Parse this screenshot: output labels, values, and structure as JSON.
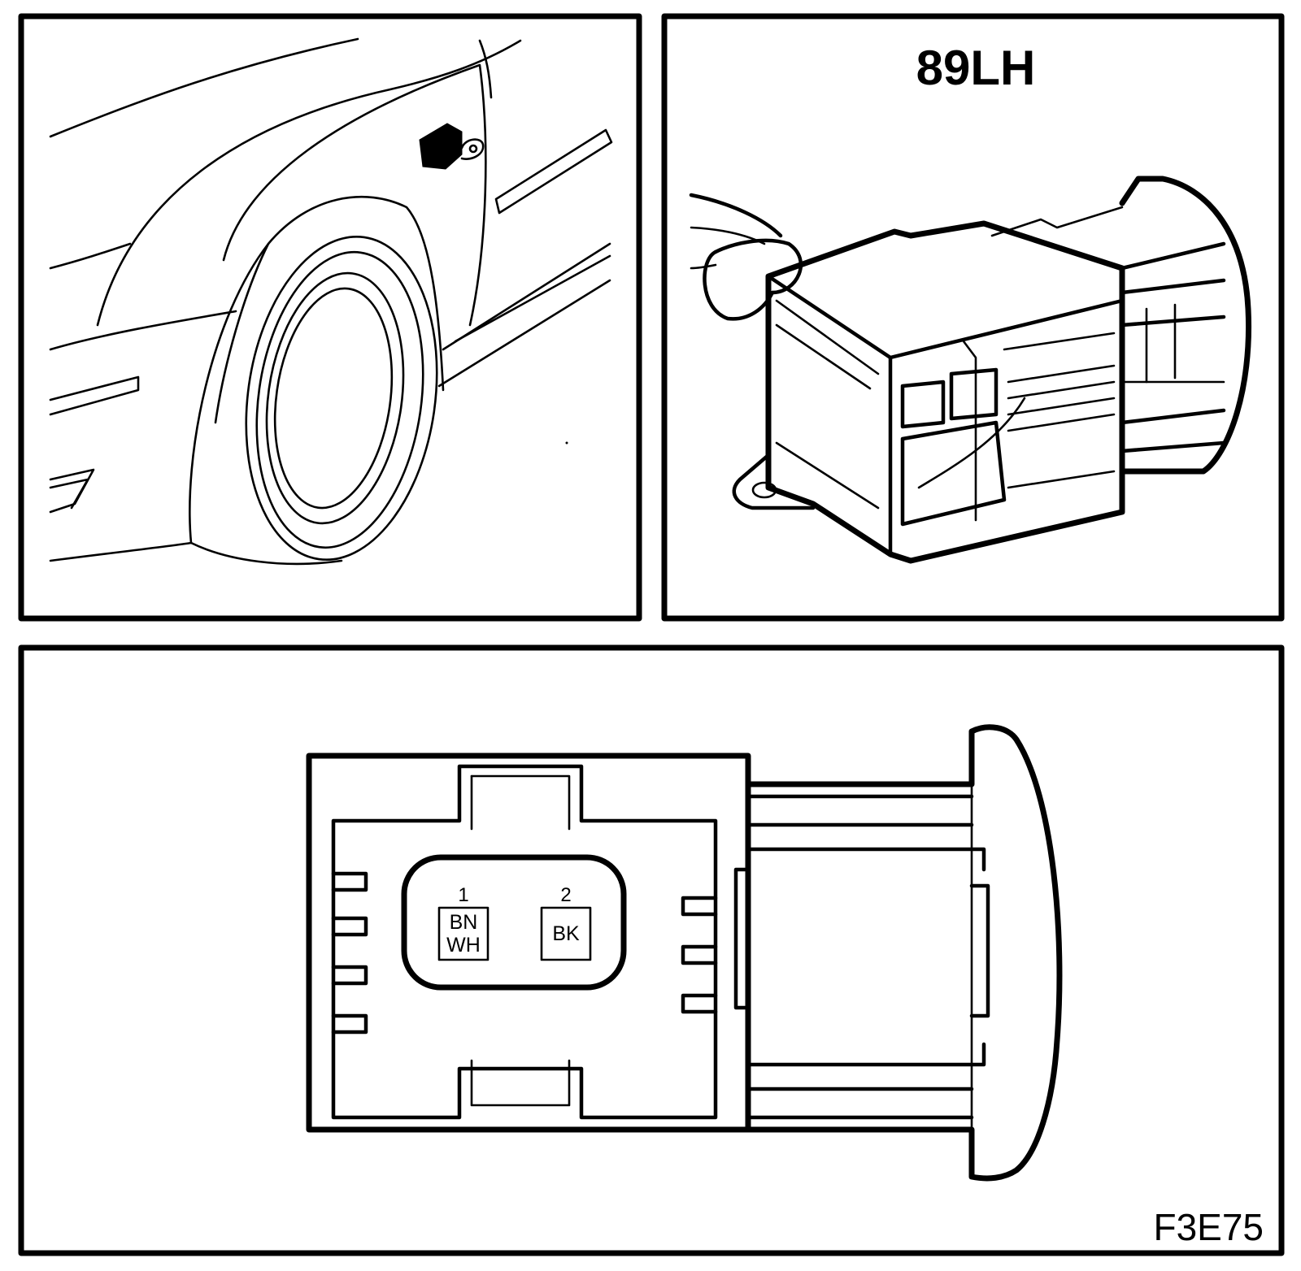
{
  "panels": {
    "location_view": {},
    "connector_view": {
      "title": "89LH"
    },
    "face_view": {
      "pins": [
        {
          "number": "1",
          "color_line1": "BN",
          "color_line2": "WH"
        },
        {
          "number": "2",
          "color_line1": "BK",
          "color_line2": ""
        }
      ]
    }
  },
  "figure_code": "F3E75",
  "icons": {
    "location": "car-front-wheel-illustration",
    "connector": "connector-housing-illustration",
    "face": "connector-face-illustration"
  }
}
